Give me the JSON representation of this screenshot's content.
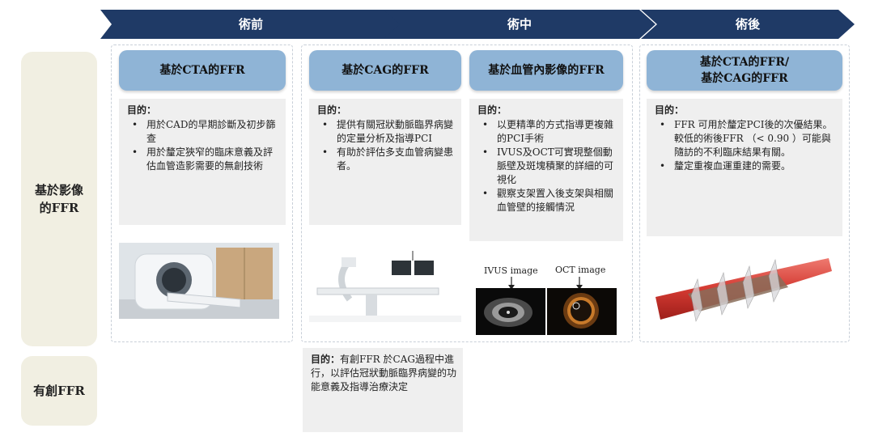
{
  "phases": [
    "術前",
    "術中",
    "術後"
  ],
  "rows": [
    "基於影像\n的FFR",
    "有創FFR"
  ],
  "columns": [
    {
      "title": "基於CTA的FFR",
      "heading": "目的：",
      "items": [
        "用於CAD的早期診斷及初步篩查",
        "用於釐定狹窄的臨床意義及評估血管造影需要的無創技術"
      ]
    },
    {
      "title": "基於CAG的FFR",
      "heading": "目的：",
      "items": [
        "提供有關冠狀動脈臨界病變的定量分析及指導PCI",
        "有助於評估多支血管病變患者。"
      ]
    },
    {
      "title": "基於血管內影像的FFR",
      "heading": "目的：",
      "items": [
        "以更精準的方式指導更複雜的PCI手術",
        "IVUS及OCT可實現整個動脈壁及斑塊積聚的詳細的可視化",
        "觀察支架置入後支架與相關血管壁的接觸情況"
      ]
    },
    {
      "title": "基於CTA的FFR/\n基於CAG的FFR",
      "heading": "目的：",
      "items": [
        "FFR 可用於釐定PCI後的次優結果。較低的術後FFR （< 0.90 ）可能與隨訪的不利臨床結果有關。",
        "釐定重複血運重建的需要。"
      ]
    }
  ],
  "invasive": {
    "heading": "目的：",
    "text": "有創FFR 於CAG過程中進行，以評估冠狀動脈臨界病變的功能意義及指導治療決定"
  },
  "image_captions": [
    "IVUS image",
    "OCT image"
  ],
  "colors": {
    "arrow": "#1f3a66",
    "pill": "#8fb4d6",
    "row_label_bg": "#f1efe2",
    "content_bg": "#efefef"
  }
}
